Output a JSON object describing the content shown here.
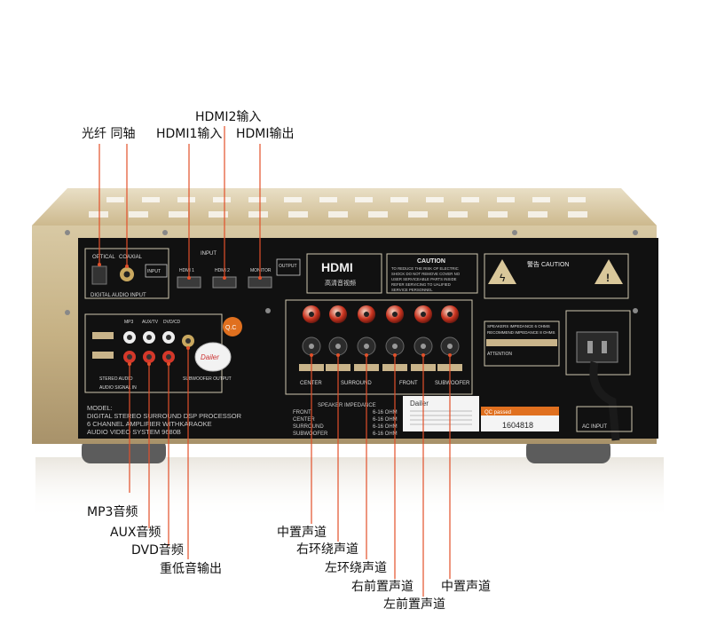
{
  "callouts": {
    "optical_coaxial": "光纤  同轴",
    "hdmi1_in": "HDMI1输入",
    "hdmi2_in": "HDMI2输入",
    "hdmi_out": "HDMI输出",
    "mp3_audio": "MP3音频",
    "aux_audio": "AUX音频",
    "dvd_audio": "DVD音频",
    "sub_out": "重低音输出",
    "center_a": "中置声道",
    "right_surround": "右环绕声道",
    "left_surround": "左环绕声道",
    "right_front": "右前置声道",
    "left_front": "左前置声道",
    "center_b": "中置声道"
  },
  "panel": {
    "optical": "OPTICAL",
    "coaxial": "COAXIAL",
    "digital_input": "DIGITAL AUDIO INPUT",
    "input": "INPUT",
    "hdmi1": "HDMI 1",
    "hdmi2": "HDMI 2",
    "monitor": "MONITOR",
    "output": "OUTPUT",
    "hdmi_logo": "HDMI",
    "hdmi_cn": "高清音视频",
    "caution_title": "CAUTION",
    "caution_l1": "TO REDUCE THE RISK OF ELECTRIC",
    "caution_l2": "SHOCK DO NOT REMOVE COVER NO",
    "caution_l3": "USER SERVICEABLE PARTS INSIDE",
    "caution_l4": "REFER SERVICING TO UALIFIED",
    "caution_l5": "SERVICE PERSONNEL",
    "warn_caution": "警告 CAUTION",
    "mp3": "MP3",
    "aux_tv": "AUX/TV",
    "dvd_cd": "DVD/CD",
    "stereo_audio": "STEREO AUDIO",
    "audio_signal_in": "AUDIO SIGNAL IN",
    "subwoofer_output": "SUBWOOFER OUTPUT",
    "model_l1": "MODEL:",
    "model_l2": "DIGITAL STEREO SURROUND DSP PROCESSOR",
    "model_l3": "6 CHANNEL AMPLIFIER WITHKARAOKE",
    "model_l4": "AUDIO VIDEO SYSTEM 9680B",
    "center": "CENTER",
    "surround": "SURROUND",
    "front": "FRONT",
    "subwoofer": "SUBWOOFER",
    "speaker_impedance": "SPEAKER IMPEDANCE",
    "imp_front": "FRONT",
    "imp_center": "CENTER",
    "imp_surround": "SURROUND",
    "imp_subwoofer": "SUBWOOFER",
    "imp_value": "6-16 OHM",
    "brand": "Dailer",
    "qc": "Q.C",
    "qc_passed": "QC passed",
    "serial": "1604818",
    "attention": "ATTENTION",
    "ac_input": "AC INPUT",
    "spk_impedance": "SPEAKERS IMPEDANCE 6 OHMS",
    "rec_impedance": "RECOMMEND IMPEDANCE 8 OHMS"
  },
  "colors": {
    "callout_line": "#e2502a",
    "chassis_gold": "#c9b48a",
    "panel_black": "#111111"
  }
}
